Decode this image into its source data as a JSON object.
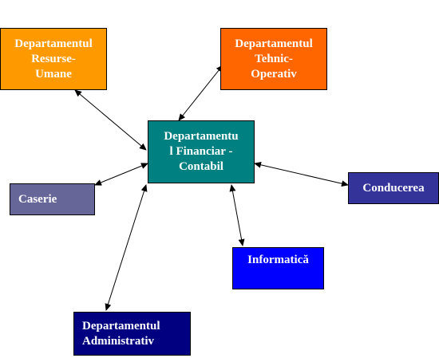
{
  "diagram": {
    "nodes": [
      {
        "id": "resurse-umane",
        "label": "Departamentul\nResurse-\nUmane",
        "color": "#ff9900"
      },
      {
        "id": "tehnic-operativ",
        "label": "Departamentul\nTehnic-\nOperativ",
        "color": "#ff6600"
      },
      {
        "id": "financiar-contabil",
        "label": "Departamentu\nl Financiar -\nContabil",
        "color": "#008080"
      },
      {
        "id": "caserie",
        "label": "Caserie",
        "color": "#666699"
      },
      {
        "id": "conducerea",
        "label": "Conducerea",
        "color": "#333399"
      },
      {
        "id": "informatica",
        "label": "Informatică",
        "color": "#0000ff"
      },
      {
        "id": "administrativ",
        "label": "Departamentul\nAdministrativ",
        "color": "#000080"
      }
    ],
    "edges": [
      {
        "from": "financiar-contabil",
        "to": "resurse-umane",
        "arrows": "both"
      },
      {
        "from": "financiar-contabil",
        "to": "tehnic-operativ",
        "arrows": "both"
      },
      {
        "from": "financiar-contabil",
        "to": "caserie",
        "arrows": "both"
      },
      {
        "from": "financiar-contabil",
        "to": "conducerea",
        "arrows": "both"
      },
      {
        "from": "financiar-contabil",
        "to": "informatica",
        "arrows": "both"
      },
      {
        "from": "financiar-contabil",
        "to": "administrativ",
        "arrows": "both"
      }
    ]
  }
}
